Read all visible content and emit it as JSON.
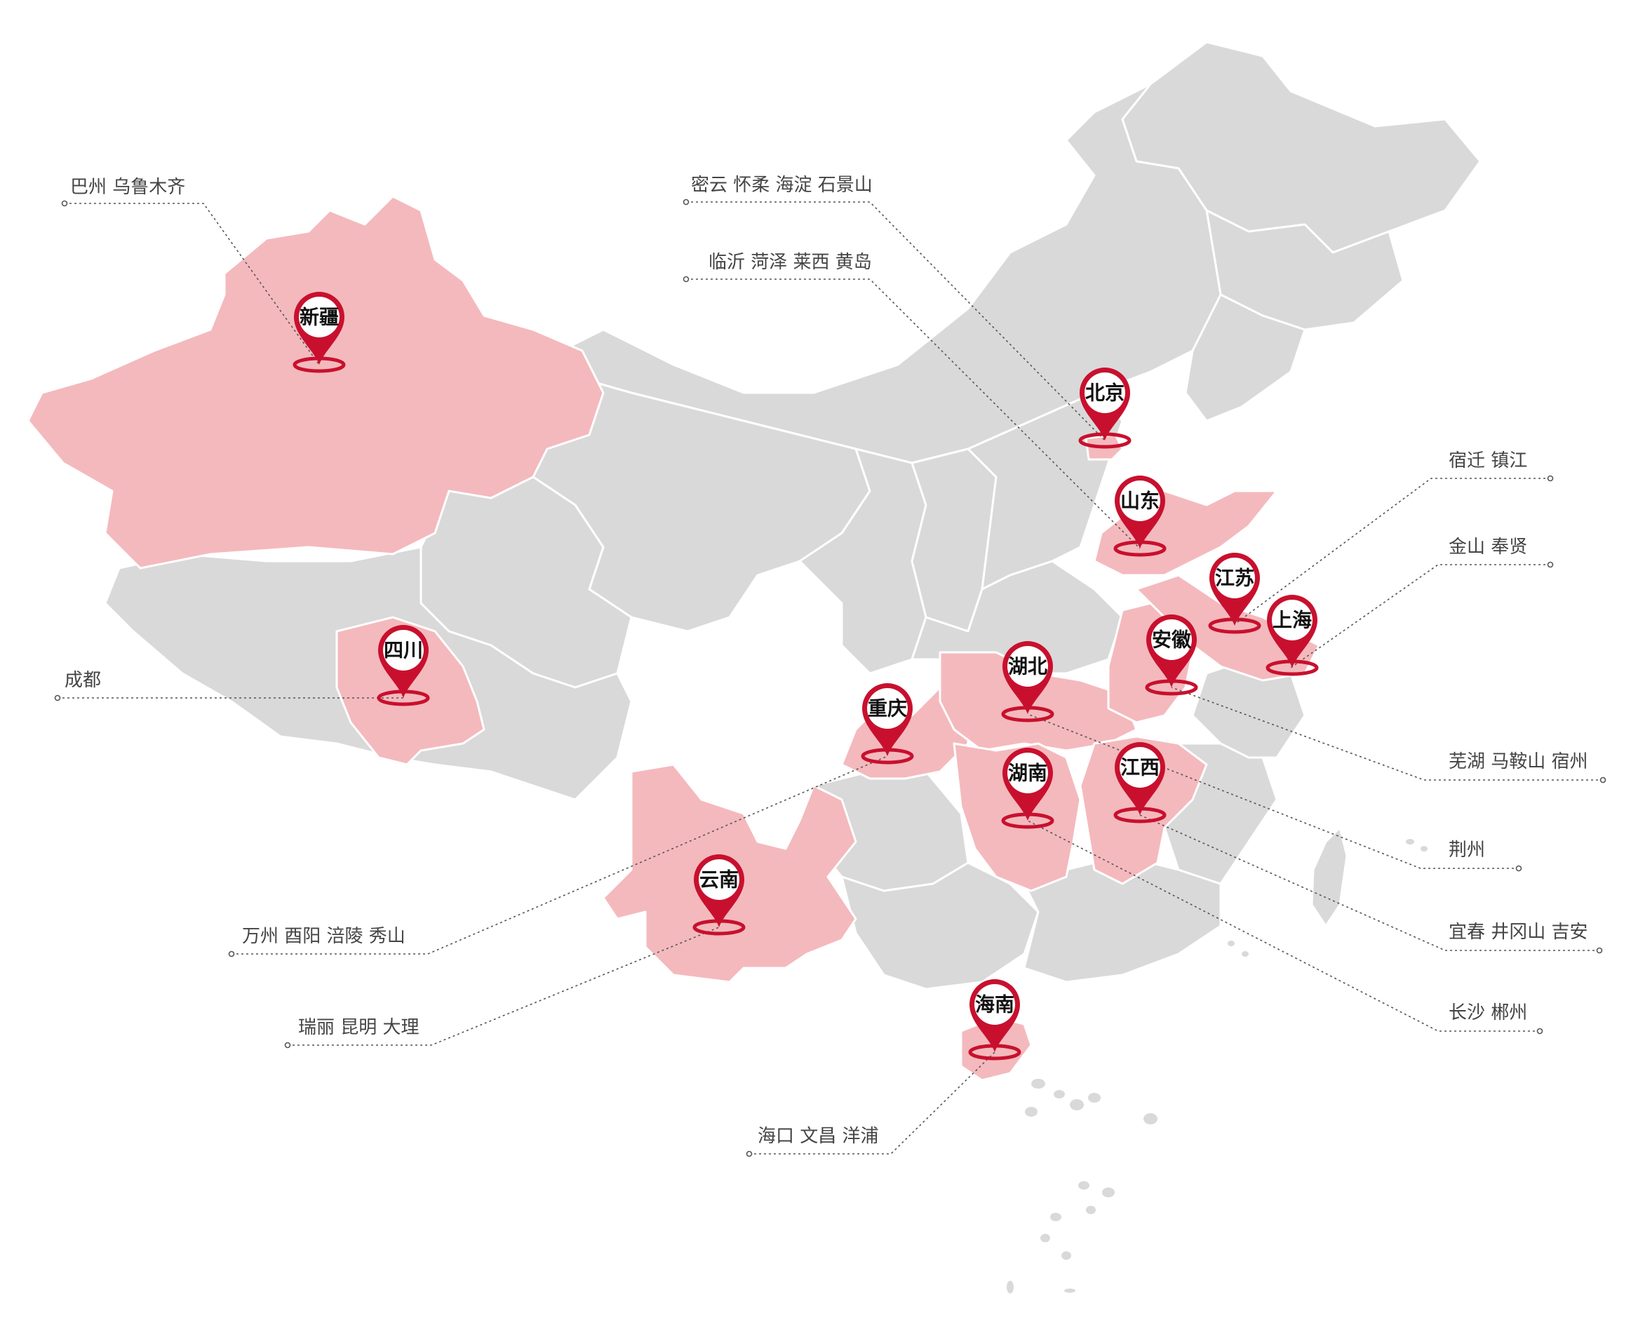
{
  "colors": {
    "base_province": "#d9d9d9",
    "highlight_province": "#f4b9bd",
    "pin": "#c8102e",
    "leader_line": "#555555"
  },
  "icons": {
    "marker": "location-pin-icon"
  },
  "pins": {
    "xinjiang": "新疆",
    "beijing": "北京",
    "shandong": "山东",
    "jiangsu": "江苏",
    "shanghai": "上海",
    "anhui": "安徽",
    "hubei": "湖北",
    "sichuan": "四川",
    "chongqing": "重庆",
    "hunan": "湖南",
    "jiangxi": "江西",
    "yunnan": "云南",
    "hainan": "海南"
  },
  "callouts": {
    "xinjiang": "巴州 乌鲁木齐",
    "beijing": "密云 怀柔 海淀 石景山",
    "shandong": "临沂 菏泽 莱西 黄岛",
    "sichuan": "成都",
    "jiangsu": "宿迁  镇江",
    "shanghai": "金山  奉贤",
    "anhui": "芜湖  马鞍山  宿州",
    "hubei": "荆州",
    "jiangxi": "宜春 井冈山 吉安",
    "hunan": "长沙  郴州",
    "chongqing": "万州  酉阳  涪陵  秀山",
    "yunnan": "瑞丽  昆明  大理",
    "hainan": "海口  文昌  洋浦"
  }
}
